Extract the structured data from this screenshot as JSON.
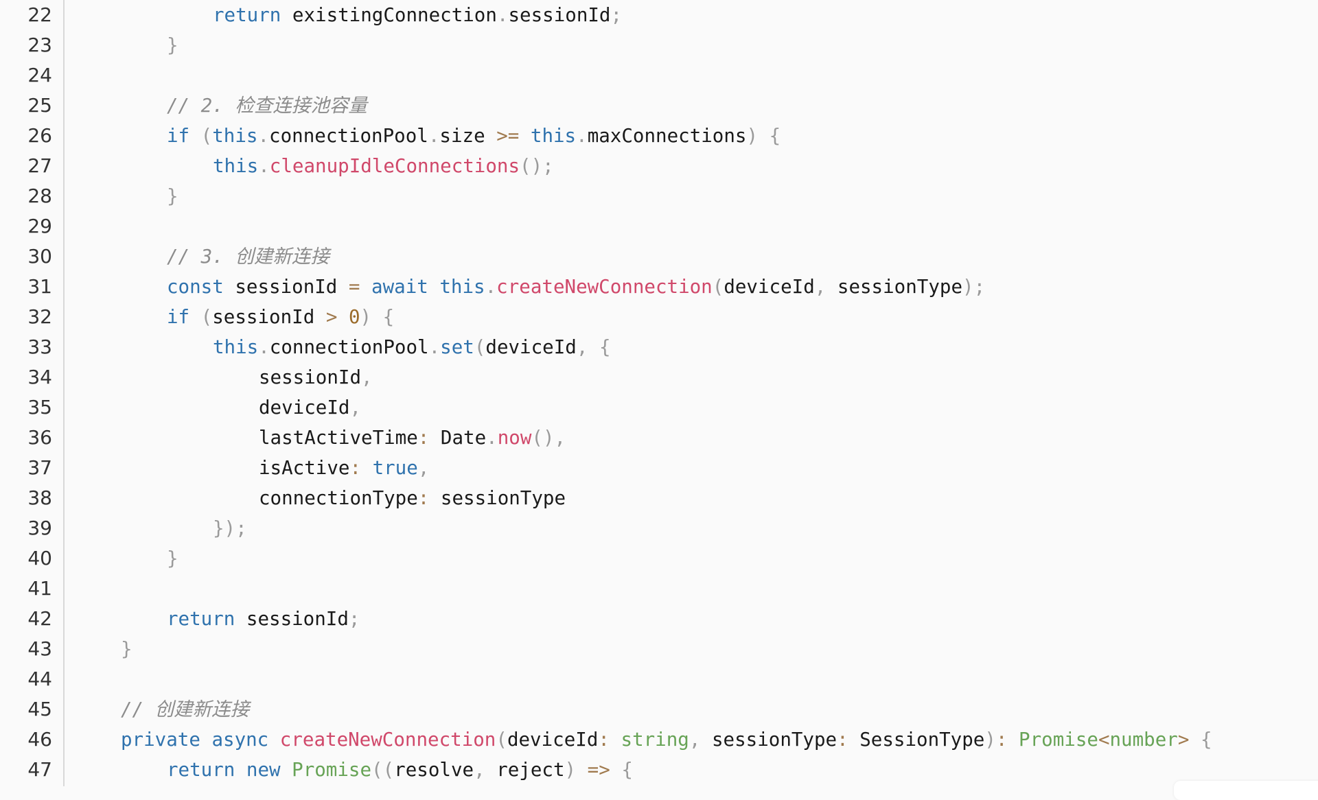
{
  "editor": {
    "lines": [
      {
        "n": "22",
        "indent": 3,
        "tokens": [
          [
            "kw",
            "return"
          ],
          [
            "tx",
            " existingConnection"
          ],
          [
            "pu",
            "."
          ],
          [
            "tx",
            "sessionId"
          ],
          [
            "pu",
            ";"
          ]
        ]
      },
      {
        "n": "23",
        "indent": 2,
        "tokens": [
          [
            "pu",
            "}"
          ]
        ]
      },
      {
        "n": "24",
        "indent": 0,
        "tokens": []
      },
      {
        "n": "25",
        "indent": 2,
        "tokens": [
          [
            "cm",
            "// 2. 检查连接池容量"
          ]
        ]
      },
      {
        "n": "26",
        "indent": 2,
        "tokens": [
          [
            "kw",
            "if"
          ],
          [
            "pu",
            " ("
          ],
          [
            "kw",
            "this"
          ],
          [
            "pu",
            "."
          ],
          [
            "tx",
            "connectionPool"
          ],
          [
            "pu",
            "."
          ],
          [
            "tx",
            "size "
          ],
          [
            "op",
            ">="
          ],
          [
            "kw",
            " this"
          ],
          [
            "pu",
            "."
          ],
          [
            "tx",
            "maxConnections"
          ],
          [
            "pu",
            ") {"
          ]
        ]
      },
      {
        "n": "27",
        "indent": 3,
        "tokens": [
          [
            "kw",
            "this"
          ],
          [
            "pu",
            "."
          ],
          [
            "fn",
            "cleanupIdleConnections"
          ],
          [
            "pu",
            "();"
          ]
        ]
      },
      {
        "n": "28",
        "indent": 2,
        "tokens": [
          [
            "pu",
            "}"
          ]
        ]
      },
      {
        "n": "29",
        "indent": 0,
        "tokens": []
      },
      {
        "n": "30",
        "indent": 2,
        "tokens": [
          [
            "cm",
            "// 3. 创建新连接"
          ]
        ]
      },
      {
        "n": "31",
        "indent": 2,
        "tokens": [
          [
            "kw",
            "const"
          ],
          [
            "tx",
            " sessionId "
          ],
          [
            "op",
            "="
          ],
          [
            "kw",
            " await this"
          ],
          [
            "pu",
            "."
          ],
          [
            "fn",
            "createNewConnection"
          ],
          [
            "pu",
            "("
          ],
          [
            "tx",
            "deviceId"
          ],
          [
            "pu",
            ", "
          ],
          [
            "tx",
            "sessionType"
          ],
          [
            "pu",
            ");"
          ]
        ]
      },
      {
        "n": "32",
        "indent": 2,
        "tokens": [
          [
            "kw",
            "if"
          ],
          [
            "pu",
            " ("
          ],
          [
            "tx",
            "sessionId "
          ],
          [
            "op",
            ">"
          ],
          [
            "nu",
            " 0"
          ],
          [
            "pu",
            ") {"
          ]
        ]
      },
      {
        "n": "33",
        "indent": 3,
        "tokens": [
          [
            "kw",
            "this"
          ],
          [
            "pu",
            "."
          ],
          [
            "tx",
            "connectionPool"
          ],
          [
            "pu",
            "."
          ],
          [
            "kw",
            "set"
          ],
          [
            "pu",
            "("
          ],
          [
            "tx",
            "deviceId"
          ],
          [
            "pu",
            ", {"
          ]
        ]
      },
      {
        "n": "34",
        "indent": 4,
        "tokens": [
          [
            "tx",
            "sessionId"
          ],
          [
            "pu",
            ","
          ]
        ]
      },
      {
        "n": "35",
        "indent": 4,
        "tokens": [
          [
            "tx",
            "deviceId"
          ],
          [
            "pu",
            ","
          ]
        ]
      },
      {
        "n": "36",
        "indent": 4,
        "tokens": [
          [
            "tx",
            "lastActiveTime"
          ],
          [
            "op",
            ":"
          ],
          [
            "tx",
            " Date"
          ],
          [
            "pu",
            "."
          ],
          [
            "fn",
            "now"
          ],
          [
            "pu",
            "(),"
          ]
        ]
      },
      {
        "n": "37",
        "indent": 4,
        "tokens": [
          [
            "tx",
            "isActive"
          ],
          [
            "op",
            ":"
          ],
          [
            "kw",
            " true"
          ],
          [
            "pu",
            ","
          ]
        ]
      },
      {
        "n": "38",
        "indent": 4,
        "tokens": [
          [
            "tx",
            "connectionType"
          ],
          [
            "op",
            ":"
          ],
          [
            "tx",
            " sessionType"
          ]
        ]
      },
      {
        "n": "39",
        "indent": 3,
        "tokens": [
          [
            "pu",
            "});"
          ]
        ]
      },
      {
        "n": "40",
        "indent": 2,
        "tokens": [
          [
            "pu",
            "}"
          ]
        ]
      },
      {
        "n": "41",
        "indent": 0,
        "tokens": []
      },
      {
        "n": "42",
        "indent": 2,
        "tokens": [
          [
            "kw",
            "return"
          ],
          [
            "tx",
            " sessionId"
          ],
          [
            "pu",
            ";"
          ]
        ]
      },
      {
        "n": "43",
        "indent": 1,
        "tokens": [
          [
            "pu",
            "}"
          ]
        ]
      },
      {
        "n": "44",
        "indent": 0,
        "tokens": []
      },
      {
        "n": "45",
        "indent": 1,
        "tokens": [
          [
            "cm",
            "// 创建新连接"
          ]
        ]
      },
      {
        "n": "46",
        "indent": 1,
        "tokens": [
          [
            "kw",
            "private async"
          ],
          [
            "fn",
            " createNewConnection"
          ],
          [
            "pu",
            "("
          ],
          [
            "tx",
            "deviceId"
          ],
          [
            "op",
            ":"
          ],
          [
            "ty",
            " string"
          ],
          [
            "pu",
            ", "
          ],
          [
            "tx",
            "sessionType"
          ],
          [
            "op",
            ":"
          ],
          [
            "tx",
            " SessionType"
          ],
          [
            "pu",
            ")"
          ],
          [
            "op",
            ":"
          ],
          [
            "ty",
            " Promise"
          ],
          [
            "op",
            "<"
          ],
          [
            "ty",
            "number"
          ],
          [
            "op",
            ">"
          ],
          [
            "pu",
            " {"
          ]
        ]
      },
      {
        "n": "47",
        "indent": 2,
        "tokens": [
          [
            "kw",
            "return new"
          ],
          [
            "ty",
            " Promise"
          ],
          [
            "pu",
            "(("
          ],
          [
            "tx",
            "resolve"
          ],
          [
            "pu",
            ", "
          ],
          [
            "tx",
            "reject"
          ],
          [
            "pu",
            ") "
          ],
          [
            "op",
            "=>"
          ],
          [
            "pu",
            " {"
          ]
        ]
      }
    ]
  }
}
